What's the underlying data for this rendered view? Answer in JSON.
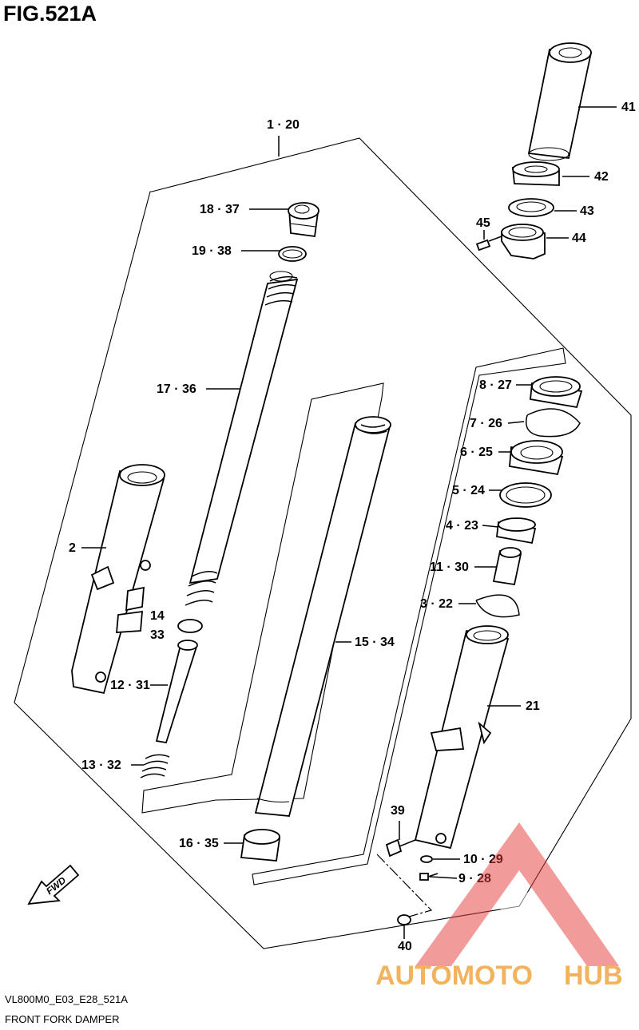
{
  "figure": {
    "title": "FIG.521A",
    "model_code": "VL800M0_E03_E28_521A",
    "caption": "FRONT FORK DAMPER",
    "fwd_label": "FWD",
    "watermark": {
      "brand_left": "AUTOMOTO",
      "brand_right": "HUB",
      "colors": {
        "triangle": "#e43b3b",
        "auto": "#f0a640",
        "hub": "#f0a640"
      }
    }
  },
  "callouts": {
    "c1_20": "1 · 20",
    "c18_37": "18 · 37",
    "c19_38": "19 · 38",
    "c17_36": "17 · 36",
    "c2": "2",
    "c14": "14",
    "c33": "33",
    "c12_31": "12 · 31",
    "c13_32": "13 · 32",
    "c16_35": "16 · 35",
    "c15_34": "15 · 34",
    "c41": "41",
    "c42": "42",
    "c43": "43",
    "c44": "44",
    "c45": "45",
    "c8_27": "8 · 27",
    "c7_26": "7 · 26",
    "c6_25": "6 · 25",
    "c5_24": "5 · 24",
    "c4_23": "4 · 23",
    "c11_30": "11 · 30",
    "c3_22": "3 · 22",
    "c21": "21",
    "c39": "39",
    "c10_29": "10 · 29",
    "c9_28": "9 · 28",
    "c40": "40"
  }
}
